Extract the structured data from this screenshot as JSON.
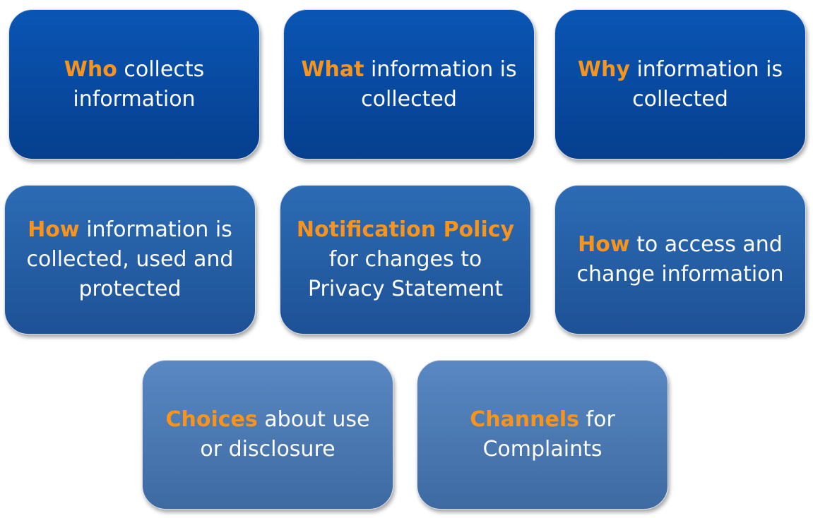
{
  "boxes": [
    {
      "keyword": "Who",
      "line1_rest": " collects",
      "line2": "information",
      "line3": ""
    },
    {
      "keyword": "What",
      "line1_rest": " information is",
      "line2": "collected",
      "line3": ""
    },
    {
      "keyword": "Why",
      "line1_rest": " information is",
      "line2": "collected",
      "line3": ""
    },
    {
      "keyword": "How",
      "line1_rest": " information is",
      "line2": "collected, used and",
      "line3": "protected"
    },
    {
      "keyword": "Notification Policy",
      "line1_rest": "",
      "line2": "for changes to",
      "line3": "Privacy Statement"
    },
    {
      "keyword": "How",
      "line1_rest": " to access and",
      "line2": "change information",
      "line3": ""
    },
    {
      "keyword": "Choices",
      "line1_rest": " about use",
      "line2": "or disclosure",
      "line3": ""
    },
    {
      "keyword": "Channels",
      "line1_rest": " for",
      "line2": "Complaints",
      "line3": ""
    }
  ],
  "colors": {
    "keyword": "#f7941d",
    "text": "#ffffff",
    "row1": "#063f8e",
    "row2": "#1e5196",
    "row3": "#3e6aa2"
  }
}
